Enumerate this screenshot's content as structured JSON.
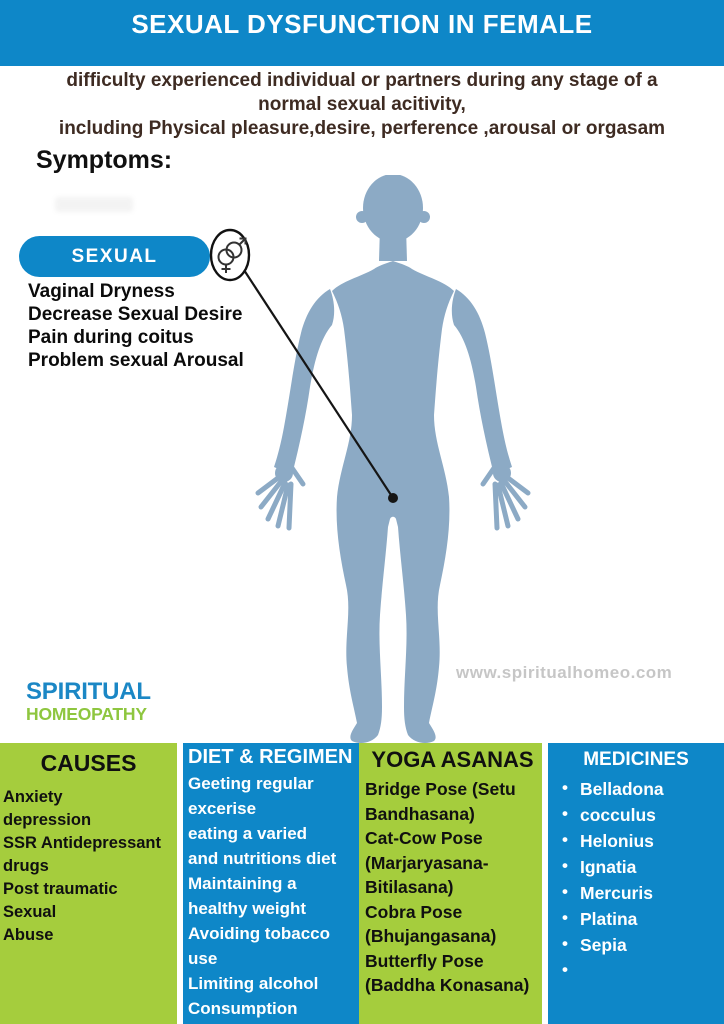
{
  "poster": {
    "title": "SEXUAL DYSFUNCTION IN FEMALE",
    "intro_lines": [
      "difficulty experienced individual or partners during any stage of a",
      "normal sexual acitivity,",
      "including Physical pleasure,desire, perference ,arousal or orgasam"
    ],
    "symptoms_heading": "Symptoms:",
    "symptom_category": "SEXUAL",
    "symptom_items": [
      "Vaginal Dryness",
      "Decrease Sexual Desire",
      "Pain during coitus",
      "Problem sexual Arousal"
    ],
    "watermark": "www.spiritualhomeo.com",
    "logo": {
      "top": "SPIRITUAL",
      "bottom": "HOMEOPATHY"
    },
    "sections": {
      "causes": {
        "title": "CAUSES",
        "lines": [
          "Anxiety",
          "depression",
          "SSR Antidepressant",
          "drugs",
          "Post traumatic Sexual",
          "Abuse"
        ]
      },
      "diet": {
        "title": "DIET & REGIMEN",
        "lines": [
          "Geeting regular",
          "excerise",
          "eating a varied",
          "and nutritions diet",
          "Maintaining a",
          "healthy weight",
          "Avoiding tobacco",
          "use",
          "Limiting alcohol",
          "Consumption"
        ]
      },
      "yoga": {
        "title": "YOGA ASANAS",
        "lines": [
          "Bridge Pose (Setu",
          "Bandhasana)",
          "Cat-Cow Pose",
          "(Marjaryasana-",
          "Bitilasana)",
          "Cobra Pose",
          "(Bhujangasana)",
          "Butterfly Pose",
          "(Baddha Konasana)"
        ]
      },
      "medicines": {
        "title": "MEDICINES",
        "items": [
          "Belladona",
          "cocculus",
          "Helonius",
          "Ignatia",
          "Mercuris",
          "Platina",
          "Sepia",
          ""
        ]
      }
    },
    "icons": {
      "annotation_icon": "interlocked-male-female-icon"
    },
    "colors": {
      "primary_blue": "#0E87C8",
      "section_green": "#A5CD3D",
      "logo_blue": "#1B87C5",
      "logo_green": "#8EC63F",
      "body_silhouette": "#8CAAC5",
      "intro_text_brown": "#3E2B22",
      "watermark_gray": "#C6C6C6"
    }
  }
}
